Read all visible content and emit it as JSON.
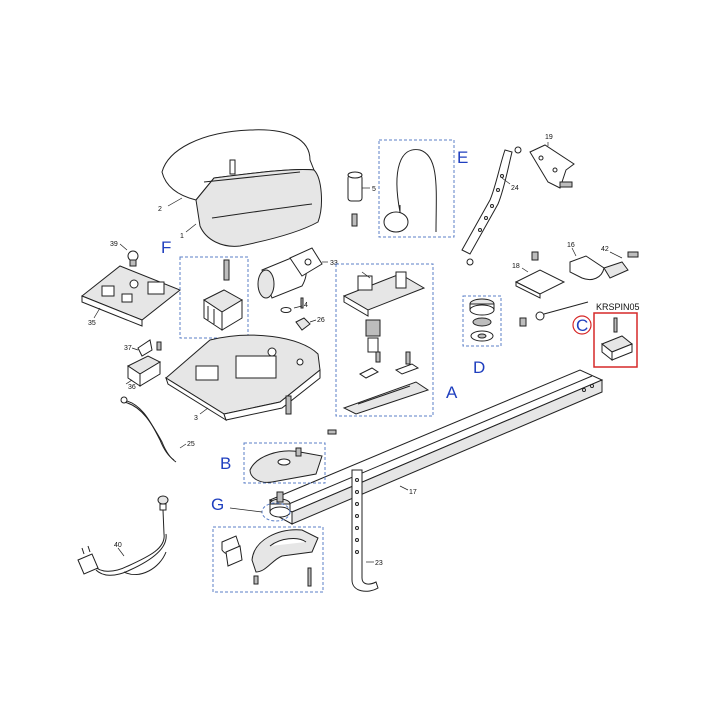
{
  "colors": {
    "group_box": "#5b7fc7",
    "group_letter": "#1f3fbf",
    "highlight": "#d62828"
  },
  "group_letters": {
    "A": "A",
    "B": "B",
    "C": "C",
    "D": "D",
    "E": "E",
    "F": "F",
    "G": "G"
  },
  "part_code": "KRSPIN05",
  "part_numbers": {
    "n1": "1",
    "n2": "2",
    "n3": "3",
    "n4": "4",
    "n5": "5",
    "n16": "16",
    "n17": "17",
    "n18": "18",
    "n19": "19",
    "n23": "23",
    "n24": "24",
    "n25": "25",
    "n26": "26",
    "n33": "33",
    "n35": "35",
    "n36": "36",
    "n37": "37",
    "n39": "39",
    "n40": "40",
    "n42": "42"
  }
}
